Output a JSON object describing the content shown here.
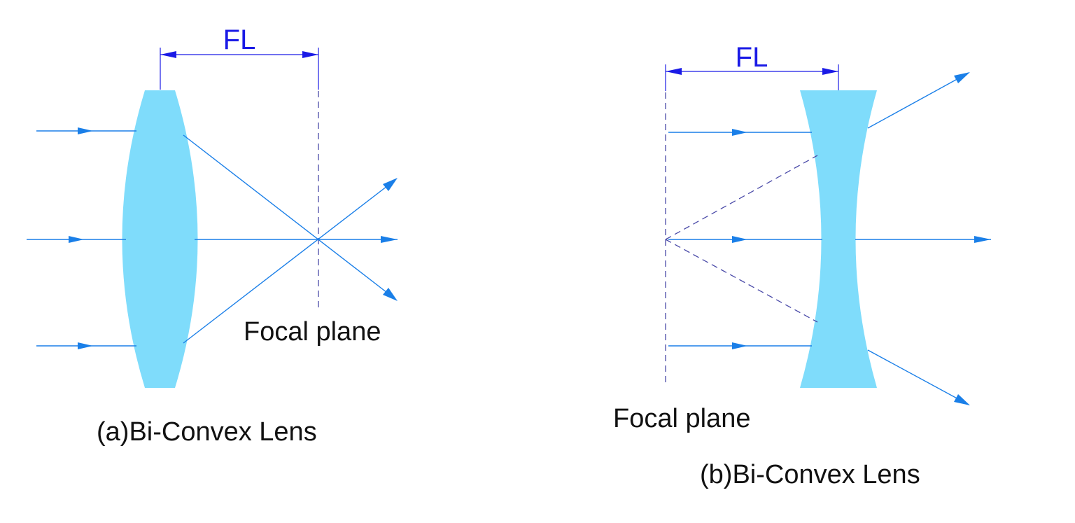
{
  "colors": {
    "lens_fill": "#7fdcfb",
    "ray": "#1a7fe8",
    "dimension": "#1a1ae6",
    "dashed": "#4a4aa8",
    "text": "#111111"
  },
  "diagram_a": {
    "fl_label": "FL",
    "focal_plane_label": "Focal plane",
    "caption": "(a)Bi-Convex Lens"
  },
  "diagram_b": {
    "fl_label": "FL",
    "focal_plane_label": "Focal plane",
    "caption": "(b)Bi-Convex Lens"
  }
}
